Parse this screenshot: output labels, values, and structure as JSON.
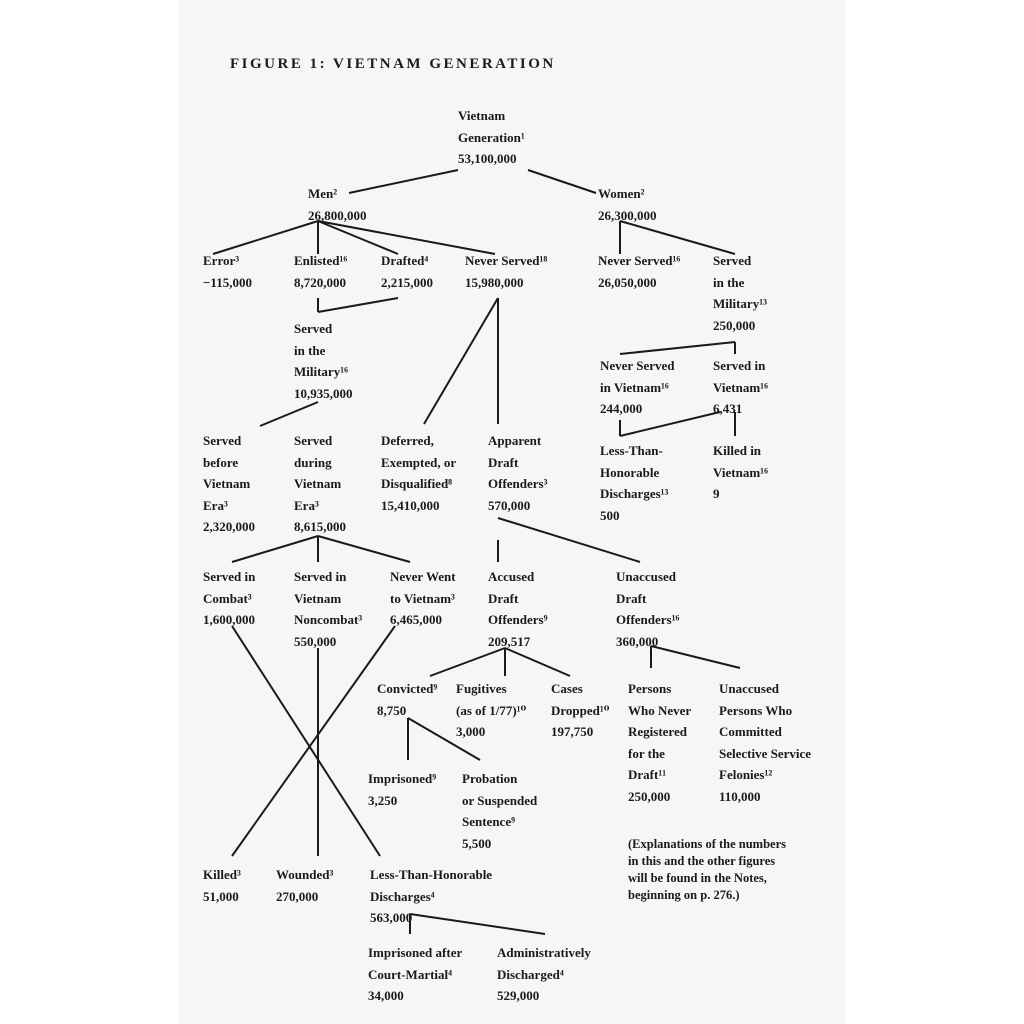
{
  "title": "FIGURE 1: VIETNAM GENERATION",
  "note": [
    "(Explanations of the numbers",
    "in this and the other figures",
    "will be found in the Notes,",
    "beginning on p. 276.)"
  ],
  "nodes": {
    "root": {
      "lines": [
        "Vietnam",
        "Generation¹"
      ],
      "value": "53,100,000"
    },
    "men": {
      "lines": [
        "Men²"
      ],
      "value": "26,800,000"
    },
    "women": {
      "lines": [
        "Women²"
      ],
      "value": "26,300,000"
    },
    "error": {
      "lines": [
        "Error³"
      ],
      "value": "−115,000"
    },
    "enlisted": {
      "lines": [
        "Enlisted¹⁶"
      ],
      "value": "8,720,000"
    },
    "drafted": {
      "lines": [
        "Drafted⁴"
      ],
      "value": "2,215,000"
    },
    "men_never": {
      "lines": [
        "Never Served¹⁸"
      ],
      "value": "15,980,000"
    },
    "women_never": {
      "lines": [
        "Never Served¹⁶"
      ],
      "value": "26,050,000"
    },
    "women_served": {
      "lines": [
        "Served",
        "in the",
        "Military¹³"
      ],
      "value": "250,000"
    },
    "men_served": {
      "lines": [
        "Served",
        "in the",
        "Military¹⁶"
      ],
      "value": "10,935,000"
    },
    "before_era": {
      "lines": [
        "Served",
        "before",
        "Vietnam",
        "Era³"
      ],
      "value": "2,320,000"
    },
    "during_era": {
      "lines": [
        "Served",
        "during",
        "Vietnam",
        "Era³"
      ],
      "value": "8,615,000"
    },
    "deferred": {
      "lines": [
        "Deferred,",
        "Exempted, or",
        "Disqualified⁸"
      ],
      "value": "15,410,000"
    },
    "apparent": {
      "lines": [
        "Apparent",
        "Draft",
        "Offenders³"
      ],
      "value": "570,000"
    },
    "w_never_vn": {
      "lines": [
        "Never Served",
        "in Vietnam¹⁶"
      ],
      "value": "244,000"
    },
    "w_served_vn": {
      "lines": [
        "Served in",
        "Vietnam¹⁶"
      ],
      "value": "6,431"
    },
    "w_lth": {
      "lines": [
        "Less-Than-",
        "Honorable",
        "Discharges¹³"
      ],
      "value": "500"
    },
    "w_killed": {
      "lines": [
        "Killed in",
        "Vietnam¹⁶"
      ],
      "value": "9"
    },
    "combat": {
      "lines": [
        "Served in",
        "Combat³"
      ],
      "value": "1,600,000"
    },
    "noncombat": {
      "lines": [
        "Served in",
        "Vietnam",
        "Noncombat³"
      ],
      "value": "550,000"
    },
    "never_went": {
      "lines": [
        "Never Went",
        "to Vietnam³"
      ],
      "value": "6,465,000"
    },
    "accused": {
      "lines": [
        "Accused",
        "Draft",
        "Offenders⁹"
      ],
      "value": "209,517"
    },
    "unaccused": {
      "lines": [
        "Unaccused",
        "Draft",
        "Offenders¹⁶"
      ],
      "value": "360,000"
    },
    "convicted": {
      "lines": [
        "Convicted⁹"
      ],
      "value": "8,750"
    },
    "fugitives": {
      "lines": [
        "Fugitives",
        "(as of 1/77)¹⁰"
      ],
      "value": "3,000"
    },
    "dropped": {
      "lines": [
        "Cases",
        "Dropped¹⁰"
      ],
      "value": "197,750"
    },
    "never_reg": {
      "lines": [
        "Persons",
        "Who Never",
        "Registered",
        "for the",
        "Draft¹¹"
      ],
      "value": "250,000"
    },
    "ss_felonies": {
      "lines": [
        "Unaccused",
        "Persons Who",
        "Committed",
        "Selective Service",
        "Felonies¹²"
      ],
      "value": "110,000"
    },
    "imprisoned": {
      "lines": [
        "Imprisoned⁹"
      ],
      "value": "3,250"
    },
    "probation": {
      "lines": [
        "Probation",
        "or Suspended",
        "Sentence⁹"
      ],
      "value": "5,500"
    },
    "killed": {
      "lines": [
        "Killed³"
      ],
      "value": "51,000"
    },
    "wounded": {
      "lines": [
        "Wounded³"
      ],
      "value": "270,000"
    },
    "lth": {
      "lines": [
        "Less-Than-Honorable",
        "Discharges⁴"
      ],
      "value": "563,000"
    },
    "court_martial": {
      "lines": [
        "Imprisoned after",
        "Court-Martial⁴"
      ],
      "value": "34,000"
    },
    "admin": {
      "lines": [
        "Administratively",
        "Discharged⁴"
      ],
      "value": "529,000"
    }
  }
}
